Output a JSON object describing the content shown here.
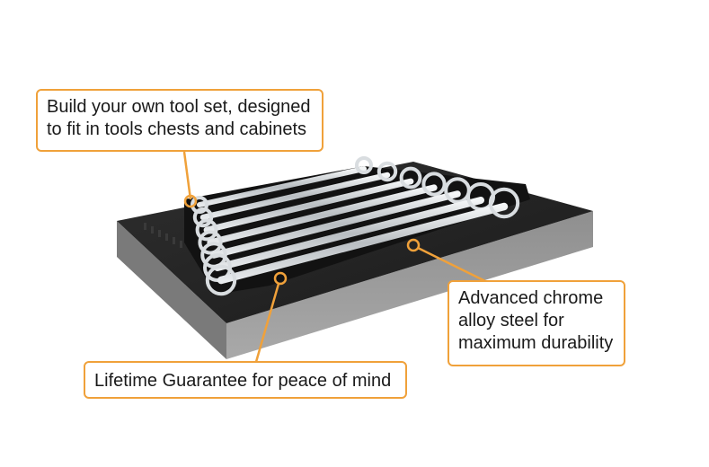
{
  "image": {
    "subject": "spanner-set-in-foam-tray",
    "accent_color": "#f0a13a",
    "foam_top_color": "#252525",
    "foam_side_color": "#9c9c9c",
    "chrome_color": "#cfd3d6"
  },
  "callouts": [
    {
      "lines": [
        "Build your own tool set, designed",
        "to fit in tools chests and cabinets"
      ]
    },
    {
      "lines": [
        "Advanced chrome",
        "alloy steel for",
        "maximum durability"
      ]
    },
    {
      "lines": [
        "Lifetime Guarantee for peace of mind"
      ]
    }
  ]
}
